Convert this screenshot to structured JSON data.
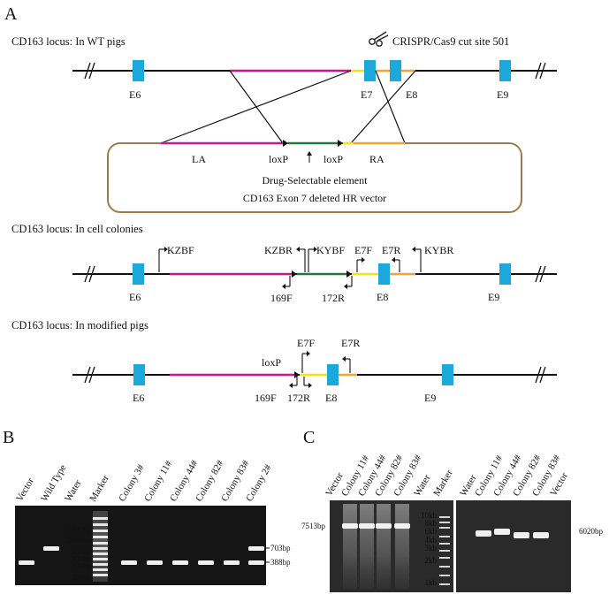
{
  "colors": {
    "exon": "#1ba9dc",
    "left_arm": "#c8198c",
    "right_arm": "#f2a335",
    "drug_element": "#1e7a3c",
    "yellow": "#f1e21c",
    "vector_box": "#a07a4e",
    "gel_b": "#151515",
    "gel_c": "#2a2a2a"
  },
  "panel_a": {
    "label": "A",
    "wt": {
      "title": "CD163 locus: In WT  pigs",
      "scissors_icon": "scissors-icon",
      "cut_site": "CRISPR/Cas9 cut site 501",
      "exons": [
        "E6",
        "E7",
        "E8",
        "E9"
      ]
    },
    "vector": {
      "la": "LA",
      "loxp1": "loxP",
      "loxp2": "loxP",
      "ra": "RA",
      "line1": "Drug-Selectable element",
      "line2": "CD163 Exon 7 deleted HR vector"
    },
    "colonies": {
      "title": "CD163 locus: In cell colonies",
      "primers": {
        "kzbf": "KZBF",
        "kzbr": "KZBR",
        "kybf": "KYBF",
        "e7f": "E7F",
        "e7r": "E7R",
        "kybr": "KYBR",
        "p169f": "169F",
        "p172r": "172R"
      },
      "exons": [
        "E6",
        "E8",
        "E9"
      ]
    },
    "modified": {
      "title": "CD163 locus: In modified pigs",
      "primers": {
        "e7f": "E7F",
        "e7r": "E7R",
        "loxp": "loxP",
        "p169f": "169F",
        "p172r": "172R"
      },
      "exons": [
        "E6",
        "E8",
        "E9"
      ]
    }
  },
  "panel_b": {
    "label": "B",
    "lanes": [
      "Vector",
      "Wild Type",
      "Water",
      "Marker",
      "Colony 3#",
      "Colony 11#",
      "Colony 44#",
      "Colony 82#",
      "Colony 83#",
      "Colony 2#"
    ],
    "marker_labels": [
      "1500bp",
      "1000bp",
      "500bp",
      "400bp",
      "300bp",
      "100bp"
    ],
    "band_labels": [
      "703bp",
      "388bp"
    ]
  },
  "panel_c": {
    "label": "C",
    "left_lanes": [
      "Vector",
      "Colony 11#",
      "Colony 44#",
      "Colony 82#",
      "Colony 83#",
      "Water",
      "Marker"
    ],
    "right_lanes": [
      "Water",
      "Colony 11#",
      "Colony 44#",
      "Colony 82#",
      "Colony 83#",
      "Vector"
    ],
    "marker_labels": [
      "10kb",
      "8kb",
      "6kb",
      "4kb",
      "3kb",
      "2kb",
      "1kb"
    ],
    "band_left": "7513bp",
    "band_right": "6020bp"
  }
}
